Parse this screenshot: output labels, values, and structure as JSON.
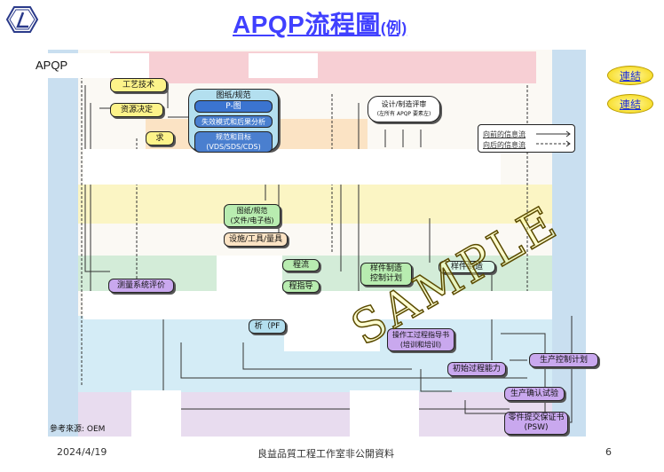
{
  "header": {
    "title": "APQP流程圖",
    "title_suffix": "(例)",
    "logo_icon": "italic-L-logo-icon"
  },
  "side_links": {
    "link1": "連結",
    "link2": "連結"
  },
  "diagram": {
    "apqp_label": "APQP",
    "boxes": {
      "process_tech": "工艺技术",
      "resource_decision": "资源决定",
      "requirements": "求",
      "drawings_spec": "图纸/规范",
      "p_diagram": "P-图",
      "fmea": "失效模式和后果分析",
      "spec_targets": "规范和目标",
      "spec_targets_sub": "(VDS/SDS/CDS)",
      "design_review": "设计/制造评审",
      "design_review_sub": "(左所有 APQP 要素左)",
      "drawings_spec2": "图纸/规范",
      "drawings_spec2_sub": "(文件/电子档)",
      "equipment": "设施/工具/量具",
      "process_flow": "程流",
      "process_guide": "程指导",
      "sample_control": "样件制造",
      "sample_control_sub": "控制计划",
      "sample_mfg": "样件制造",
      "msa": "测量系统评价",
      "work_instr": "操作工过程指导书",
      "work_instr_sub": "(培训和培训)",
      "pfmea_stub": "析（PF",
      "prod_control": "生产控制计划",
      "initial_capability": "初始过程能力",
      "production_trial": "生产确认试验",
      "psw": "零件提交保证书",
      "psw_sub": "(PSW)"
    },
    "legend": {
      "forward": "向前的信息流",
      "backward": "向后的信息流"
    },
    "watermark": "SAMPLE"
  },
  "source_note": "參考來源: OEM",
  "footer": {
    "date": "2024/4/19",
    "center": "良益品質工程工作室非公開資料",
    "page": "6"
  },
  "colors": {
    "title": "#4040ff",
    "link_text": "#1a2bd6",
    "side_panel": "#c9dff0"
  }
}
